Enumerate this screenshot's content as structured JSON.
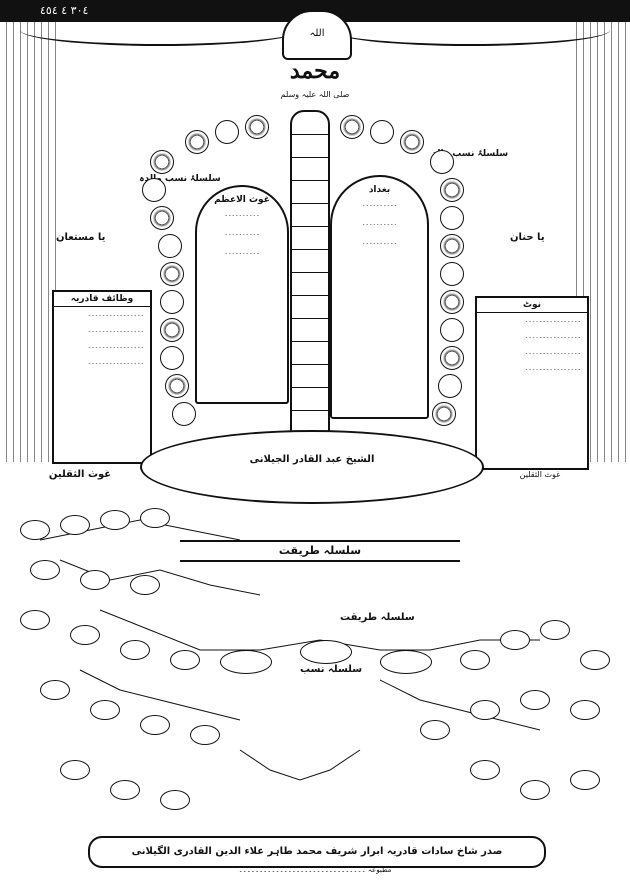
{
  "header": {
    "top_glyphs": "٣٠٤ ٤ ٤٥٤",
    "crest_text": "اللہ",
    "main_title": "محمد",
    "subline": "صلی اللہ علیہ وسلم"
  },
  "left_panel": {
    "title": "وظائف قادریہ",
    "lines": [
      "۔۔۔۔۔۔۔۔۔۔۔۔۔۔۔۔",
      "۔۔۔۔۔۔۔۔۔۔۔۔۔۔۔۔",
      "۔۔۔۔۔۔۔۔۔۔۔۔۔۔۔۔",
      "۔۔۔۔۔۔۔۔۔۔۔۔۔۔۔۔"
    ]
  },
  "right_panel": {
    "title": "نوٹ",
    "lines": [
      "۔۔۔۔۔۔۔۔۔۔۔۔۔۔۔۔",
      "۔۔۔۔۔۔۔۔۔۔۔۔۔۔۔۔",
      "۔۔۔۔۔۔۔۔۔۔۔۔۔۔۔۔",
      "۔۔۔۔۔۔۔۔۔۔۔۔۔۔۔۔"
    ]
  },
  "left_arch": {
    "title": "غوث الاعظم",
    "lines": [
      "۔۔۔۔۔۔۔۔۔۔",
      "۔۔۔۔۔۔۔۔۔۔",
      "۔۔۔۔۔۔۔۔۔۔"
    ]
  },
  "right_arch": {
    "title": "بغداد",
    "lines": [
      "۔۔۔۔۔۔۔۔۔۔",
      "۔۔۔۔۔۔۔۔۔۔",
      "۔۔۔۔۔۔۔۔۔۔"
    ]
  },
  "side_labels": {
    "left_top": "سلسلۂ نسب والدہ",
    "right_top": "سلسلۂ نسب والد",
    "star_left": "یا مستعان",
    "star_right": "یا حنان",
    "left_mid": "غوث الثقلین",
    "right_mid": "غوث الثقلین"
  },
  "center_base": {
    "title": "الشیخ عبد القادر الجیلانی"
  },
  "lower": {
    "ribbon": "سلسلہ طریقت",
    "label_a": "سلسلہ نسب",
    "label_b": "سلسلہ طریقت"
  },
  "footer": {
    "band": "صدر شاخ سادات قادریہ ابرار شریف محمد طاہر علاء الدین القادری الگیلانی",
    "line": "مطبوعہ ۔۔۔۔۔۔۔۔۔۔۔۔۔۔۔۔۔۔۔۔۔۔۔۔۔۔۔۔۔۔۔"
  }
}
